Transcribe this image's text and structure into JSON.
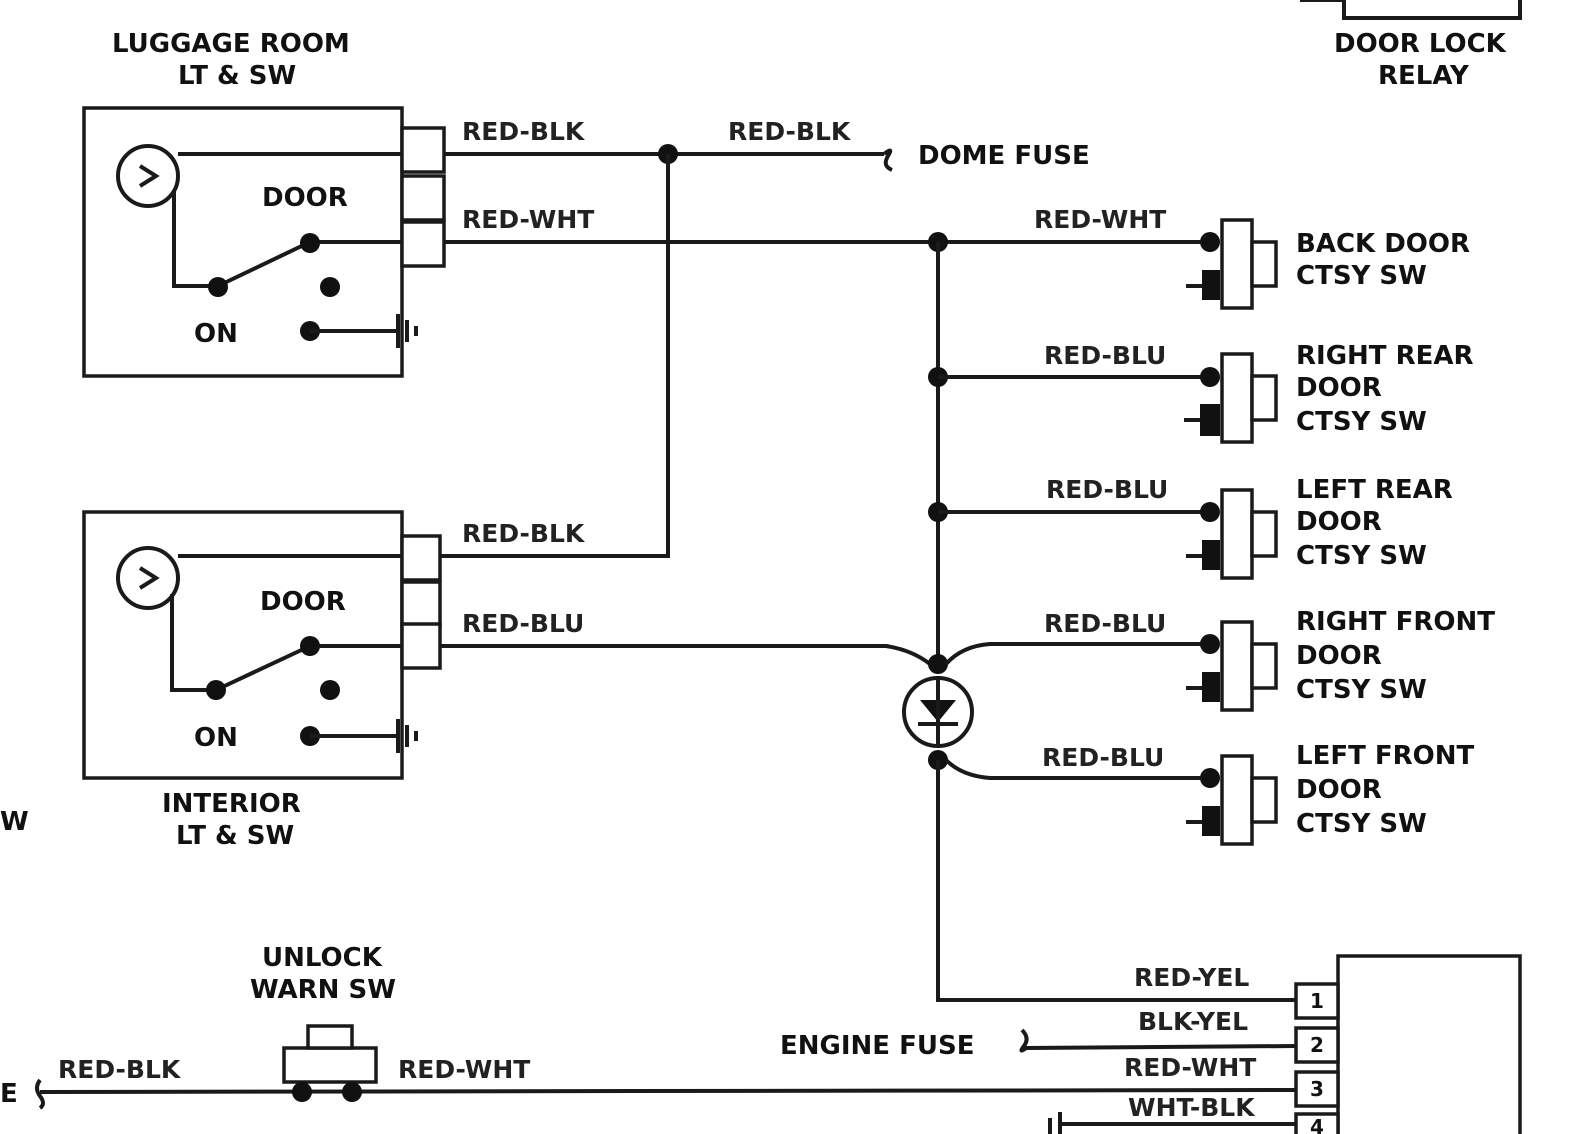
{
  "components": {
    "luggage_room": {
      "line1": "LUGGAGE ROOM",
      "line2": "LT & SW",
      "door": "DOOR",
      "on": "ON"
    },
    "interior": {
      "line1": "INTERIOR",
      "line2": "LT & SW",
      "door": "DOOR",
      "on": "ON"
    },
    "door_lock_relay": {
      "line1": "DOOR LOCK",
      "line2": "RELAY"
    },
    "back_door": {
      "line1": "BACK DOOR",
      "line2": "CTSY SW"
    },
    "right_rear": {
      "line1": "RIGHT REAR",
      "line2": "DOOR",
      "line3": "CTSY SW"
    },
    "left_rear": {
      "line1": "LEFT REAR",
      "line2": "DOOR",
      "line3": "CTSY SW"
    },
    "right_front": {
      "line1": "RIGHT FRONT",
      "line2": "DOOR",
      "line3": "CTSY SW"
    },
    "left_front": {
      "line1": "LEFT FRONT",
      "line2": "DOOR",
      "line3": "CTSY SW"
    },
    "unlock_warn": {
      "line1": "UNLOCK",
      "line2": "WARN SW"
    },
    "dome_fuse": "DOME FUSE",
    "engine_fuse": "ENGINE FUSE",
    "edge_left_e": "E",
    "edge_left_w": "W"
  },
  "wires": {
    "w1": "RED-BLK",
    "w2": "RED-BLK",
    "w3": "RED-WHT",
    "w4": "RED-WHT",
    "w5": "RED-BLU",
    "w6": "RED-BLU",
    "w7": "RED-BLK",
    "w8": "RED-BLU",
    "w9": "RED-BLU",
    "w10": "RED-BLU",
    "w11": "RED-YEL",
    "w12": "BLK-YEL",
    "w13": "RED-WHT",
    "w14": "WHT-BLK",
    "w15": "RED-BLK",
    "w16": "RED-WHT"
  },
  "pins": [
    "1",
    "2",
    "3",
    "4"
  ]
}
